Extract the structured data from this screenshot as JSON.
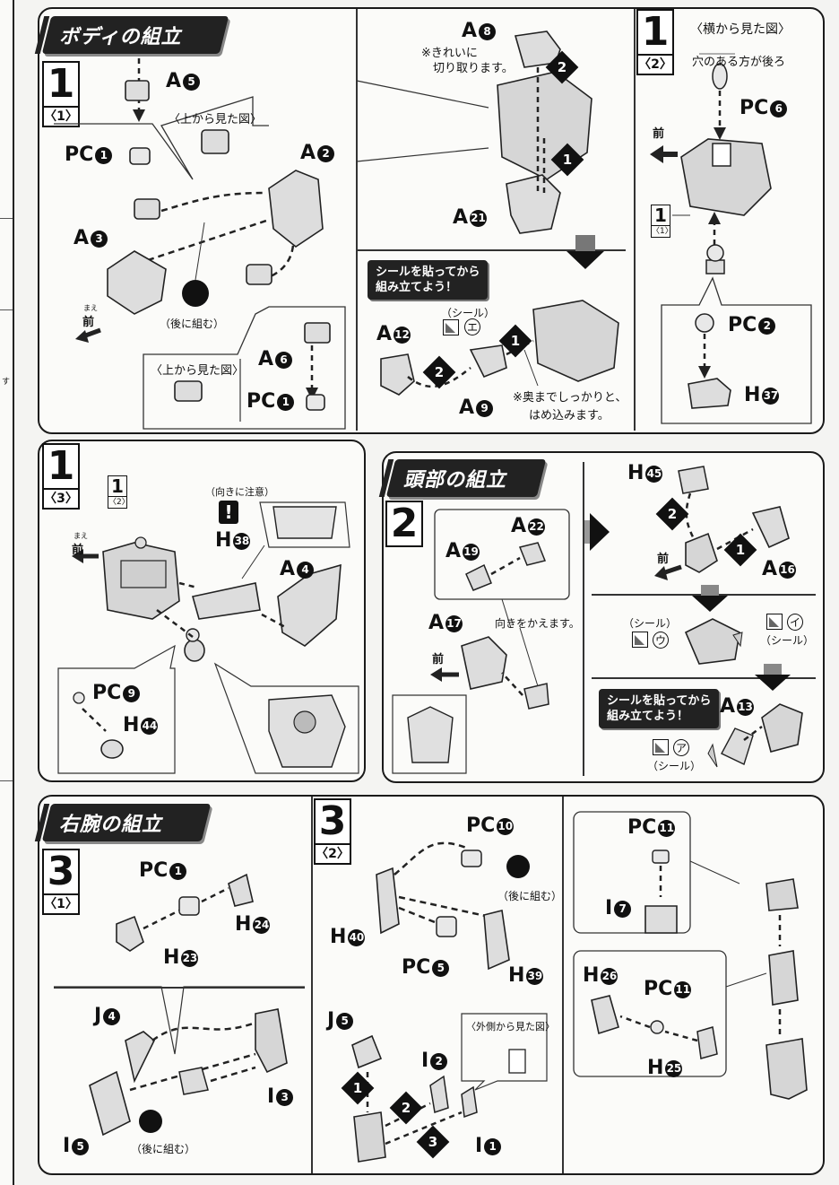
{
  "body_section": {
    "title": "ボディの組立",
    "step1_1": {
      "num": "1",
      "sub": "〈1〉"
    },
    "step1_2": {
      "num": "1",
      "sub": "〈2〉"
    },
    "step1_3": {
      "num": "1",
      "sub": "〈3〉"
    },
    "labels": {
      "a5": "A",
      "a5n": "5",
      "pc1a": "PC",
      "pc1an": "1",
      "a2": "A",
      "a2n": "2",
      "a3": "A",
      "a3n": "3",
      "a6": "A",
      "a6n": "6",
      "pc1b": "PC",
      "pc1bn": "1",
      "a8": "A",
      "a8n": "8",
      "a21": "A",
      "a21n": "21",
      "a12": "A",
      "a12n": "12",
      "a9": "A",
      "a9n": "9",
      "pc6": "PC",
      "pc6n": "6",
      "pc2": "PC",
      "pc2n": "2",
      "h37": "H",
      "h37n": "37",
      "h38": "H",
      "h38n": "38",
      "a4": "A",
      "a4n": "4",
      "pc9": "PC",
      "pc9n": "9",
      "h44": "H",
      "h44n": "44"
    },
    "notes": {
      "view_top1": "〈上から見た図〉",
      "view_top2": "〈上から見た図〉",
      "later": "（後に組む）",
      "front": "前",
      "front_ruby": "まえ",
      "cut_clean": "※きれいに",
      "cut_clean2": "切り取ります。",
      "sticker_first": "シールを貼ってから",
      "sticker_first2": "組み立てよう！",
      "seal": "（シール）",
      "seal_e": "エ",
      "press_in": "※奥までしっかりと、",
      "press_in2": "はめ込みます。",
      "side_view": "〈横から見た図〉",
      "hole_back": "穴のある方が後ろ",
      "mini_1": "1",
      "mini_1s": "〈1〉",
      "mini_2": "1",
      "mini_2s": "〈2〉",
      "caution": "（向きに注意）",
      "caution_mark": "!"
    }
  },
  "head_section": {
    "title": "頭部の組立",
    "step2": {
      "num": "2"
    },
    "labels": {
      "a22": "A",
      "a22n": "22",
      "a19": "A",
      "a19n": "19",
      "a17": "A",
      "a17n": "17",
      "h45": "H",
      "h45n": "45",
      "a16": "A",
      "a16n": "16",
      "a13": "A",
      "a13n": "13"
    },
    "notes": {
      "turn": "向きをかえます。",
      "seal_u_label": "（シール）",
      "seal_u": "ウ",
      "seal_i": "イ",
      "seal_i_label": "（シール）",
      "seal_a": "ア",
      "seal_a_label": "（シール）",
      "sticker_first": "シールを貼ってから",
      "sticker_first2": "組み立てよう！",
      "front": "前",
      "front2": "前"
    }
  },
  "arm_section": {
    "title": "右腕の組立",
    "step3_1": {
      "num": "3",
      "sub": "〈1〉"
    },
    "step3_2": {
      "num": "3",
      "sub": "〈2〉"
    },
    "labels": {
      "pc1": "PC",
      "pc1n": "1",
      "h24": "H",
      "h24n": "24",
      "h23": "H",
      "h23n": "23",
      "j4": "J",
      "j4n": "4",
      "i3": "I",
      "i3n": "3",
      "i5": "I",
      "i5n": "5",
      "pc10": "PC",
      "pc10n": "10",
      "h40": "H",
      "h40n": "40",
      "pc5": "PC",
      "pc5n": "5",
      "h39": "H",
      "h39n": "39",
      "j5": "J",
      "j5n": "5",
      "i2": "I",
      "i2n": "2",
      "i1": "I",
      "i1n": "1",
      "pc11a": "PC",
      "pc11an": "11",
      "i7": "I",
      "i7n": "7",
      "h26": "H",
      "h26n": "26",
      "pc11b": "PC",
      "pc11bn": "11",
      "h25": "H",
      "h25n": "25"
    },
    "notes": {
      "later1": "（後に組む）",
      "later2": "（後に組む）",
      "outside_view": "〈外側から見た図〉"
    }
  },
  "edge": {
    "char": "す"
  }
}
